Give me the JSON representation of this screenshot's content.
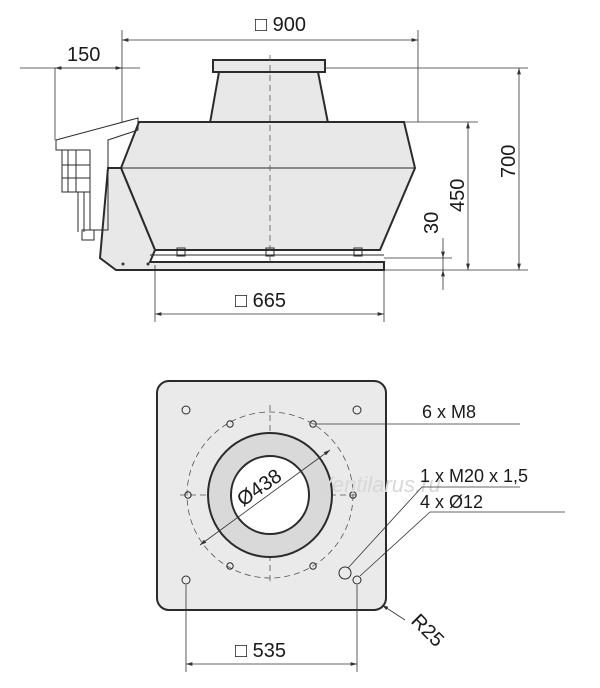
{
  "dimensions": {
    "top_width": "□ 900",
    "side_offset": "150",
    "base_width": "□ 665",
    "total_height": "700",
    "housing_height": "450",
    "base_height": "30",
    "bolt_square": "□ 535",
    "outlet_diameter": "Ø438",
    "corner_radius": "R25"
  },
  "notes": {
    "m8": "6 x M8",
    "m20": "1 x M20 x 1,5",
    "holes": "4 x Ø12"
  },
  "watermark": "Ventilarus.ru",
  "colors": {
    "housing_fill": "#e8e8e8",
    "plate_fill": "#eaeaea",
    "line": "#2b2b2b"
  }
}
